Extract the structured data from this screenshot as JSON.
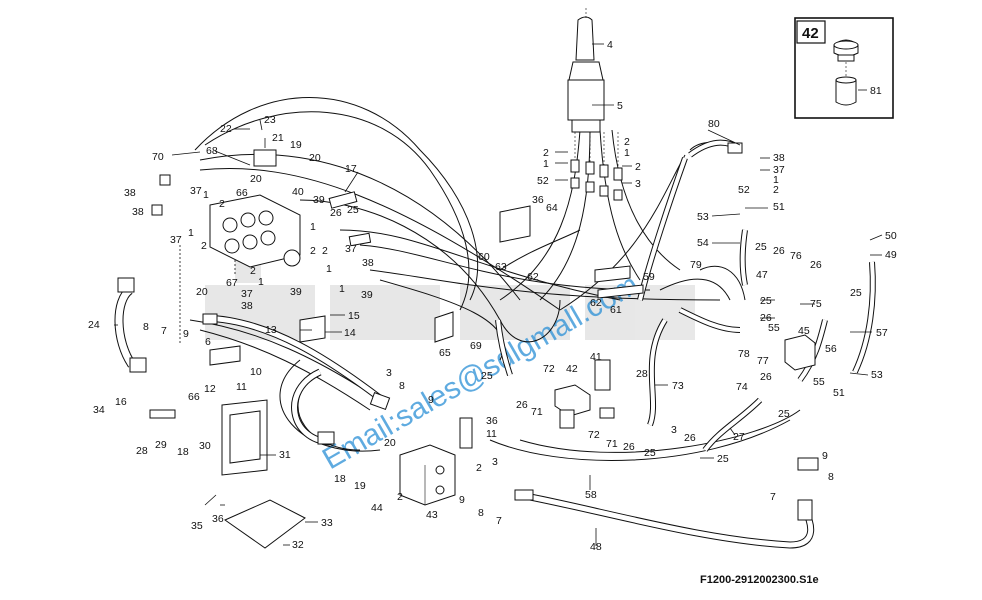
{
  "diagram": {
    "figure_code": "F1200-2912002300.S1e",
    "watermark": "Email:sales@sdlgmall.com",
    "inset": {
      "number": "42",
      "part_label": "81"
    },
    "labels": {
      "l4": "4",
      "l5": "5",
      "l2a": "2",
      "l1a": "1",
      "l52a": "52",
      "l2b": "2",
      "l1b": "1",
      "l2c": "2",
      "l3a": "3",
      "l36a": "36",
      "l64": "64",
      "l60": "60",
      "l63": "63",
      "l62a": "62",
      "l62b": "62",
      "l61": "61",
      "l59": "59",
      "l80": "80",
      "l38a": "38",
      "l37a": "37",
      "l1c": "1",
      "l52b": "52",
      "l2d": "2",
      "l51a": "51",
      "l53a": "53",
      "l54": "54",
      "l25a": "25",
      "l47": "47",
      "l26a": "26",
      "l76": "76",
      "l26b": "26",
      "l25b": "25",
      "l50": "50",
      "l49": "49",
      "l79": "79",
      "l25c": "25",
      "l26c": "26",
      "l75": "75",
      "l57": "57",
      "l78": "78",
      "l77": "77",
      "l45": "45",
      "l55a": "55",
      "l56": "56",
      "l55b": "55",
      "l51b": "51",
      "l53b": "53",
      "l74": "74",
      "l26d": "26",
      "l25d": "25",
      "l73": "73",
      "l3b": "3",
      "l26e": "26",
      "l25e": "25",
      "l27": "27",
      "l9a": "9",
      "l8a": "8",
      "l7a": "7",
      "l69": "69",
      "l41": "41",
      "l28a": "28",
      "l25f": "25",
      "l72a": "72",
      "l42": "42",
      "l26f": "26",
      "l71a": "71",
      "l72b": "72",
      "l71b": "71",
      "l26g": "26",
      "l25g": "25",
      "l58": "58",
      "l48": "48",
      "l70": "70",
      "l68": "68",
      "l22": "22",
      "l23": "23",
      "l21": "21",
      "l19a": "19",
      "l20a": "20",
      "l20b": "20",
      "l17": "17",
      "l66a": "66",
      "l40": "40",
      "l38b": "38",
      "l37b": "37",
      "l1d": "1",
      "l2e": "2",
      "l38c": "38",
      "l37c": "37",
      "l1e": "1",
      "l2f": "2",
      "l39a": "39",
      "l26h": "26",
      "l25h": "25",
      "l1f": "1",
      "l2g": "2",
      "l37d": "37",
      "l38d": "38",
      "l2h": "2",
      "l1g": "1",
      "l67": "67",
      "l2i": "2",
      "l1h": "1",
      "l37e": "37",
      "l38e": "38",
      "l39b": "39",
      "l39c": "39",
      "l1i": "1",
      "l20c": "20",
      "l9b": "9",
      "l15": "15",
      "l13": "13",
      "l14": "14",
      "l65": "65",
      "l24": "24",
      "l8b": "8",
      "l7b": "7",
      "l6": "6",
      "l10": "10",
      "l11a": "11",
      "l12": "12",
      "l66b": "66",
      "l34": "34",
      "l16": "16",
      "l3c": "3",
      "l8c": "8",
      "l9c": "9",
      "l36b": "36",
      "l11b": "11",
      "l20d": "20",
      "l3d": "3",
      "l2j": "2",
      "l28b": "28",
      "l29": "29",
      "l18a": "18",
      "l30": "30",
      "l31": "31",
      "l18b": "18",
      "l19b": "19",
      "l2k": "2",
      "l44": "44",
      "l43": "43",
      "l9d": "9",
      "l8d": "8",
      "l7c": "7",
      "l35": "35",
      "l36c": "36",
      "l33": "33",
      "l32": "32"
    }
  }
}
